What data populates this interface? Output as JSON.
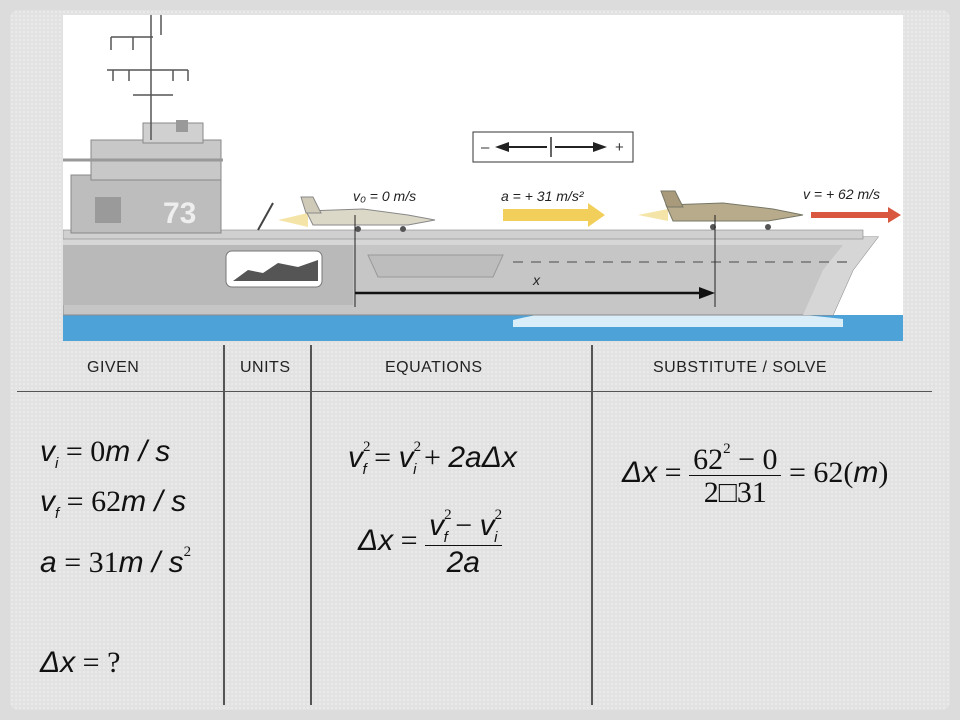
{
  "illustration": {
    "ship_number": "73",
    "v0_label": "v₀ = 0 m/s",
    "a_label": "a = + 31 m/s²",
    "v_label": "v = + 62 m/s",
    "x_label": "x",
    "minus_sign": "–",
    "plus_sign": "+"
  },
  "columns": [
    "GIVEN",
    "UNITS",
    "EQUATIONS",
    "SUBSTITUTE / SOLVE"
  ],
  "given": {
    "vi": {
      "sym": "v",
      "sub": "i",
      "eq": "=",
      "val": "0",
      "unit": "m / s"
    },
    "vf": {
      "sym": "v",
      "sub": "f",
      "eq": "=",
      "val": "62",
      "unit": "m / s"
    },
    "a": {
      "sym": "a",
      "eq": "=",
      "val": "31",
      "unit": "m / s",
      "exp": "2"
    },
    "dx": {
      "sym": "Δx",
      "eq": "=",
      "val": "?"
    }
  },
  "equations": {
    "eq1": {
      "lhs": "v",
      "lhs_sub": "f",
      "lhs_exp": "2",
      "eq": "=",
      "r1": "v",
      "r1_sub": "i",
      "r1_exp": "2",
      "plus": "+",
      "r2": "2aΔx"
    },
    "eq2": {
      "lhs": "Δx",
      "eq": "=",
      "num_a": "v",
      "num_a_sub": "f",
      "num_a_exp": "2",
      "minus": "−",
      "num_b": "v",
      "num_b_sub": "i",
      "num_b_exp": "2",
      "den": "2a"
    }
  },
  "solve": {
    "lhs": "Δx",
    "eq": "=",
    "num_base": "62",
    "num_exp": "2",
    "num_rest": " − 0",
    "den_a": "2",
    "den_box": "□",
    "den_b": "31",
    "eq2": "=",
    "result": "62(",
    "unit": "m",
    "close": ")"
  },
  "colors": {
    "arrow_yellow": "#f2cf5b",
    "arrow_red": "#d9573f",
    "sky_blue": "#4da3d8",
    "hull_gray": "#c4c4c4"
  }
}
